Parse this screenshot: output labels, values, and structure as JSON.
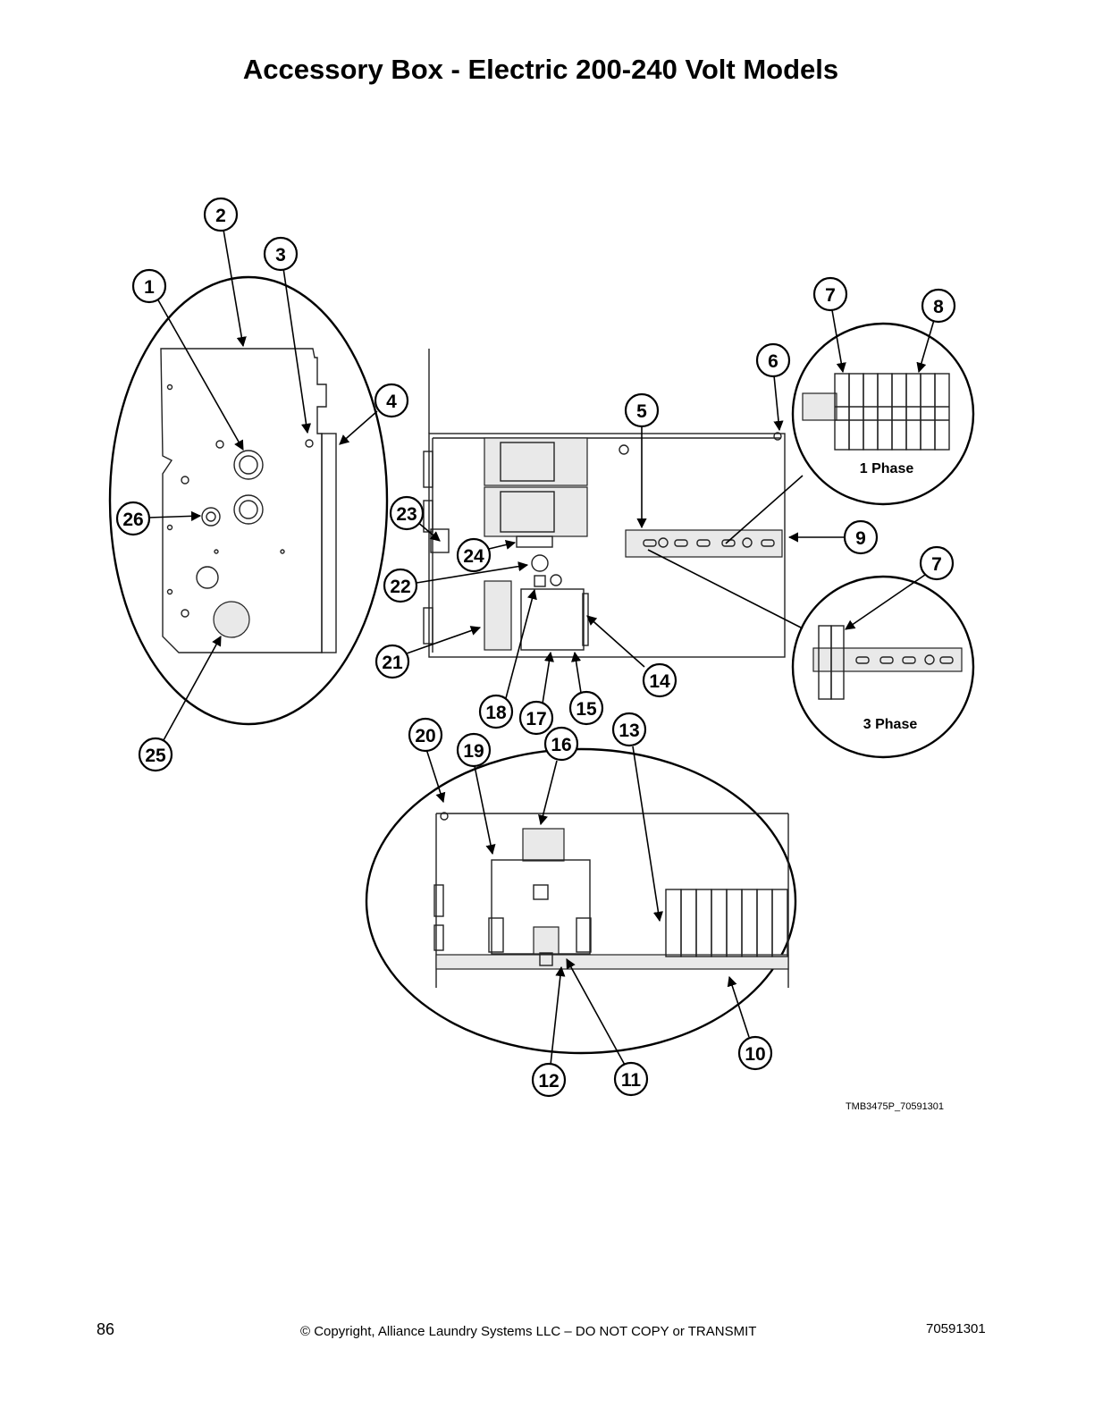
{
  "page": {
    "title": "Accessory Box - Electric 200-240 Volt Models",
    "drawing_id": "TMB3475P_70591301",
    "detail_labels": [
      "1 Phase",
      "3 Phase"
    ],
    "footer": {
      "page_number": "86",
      "copyright": "© Copyright, Alliance Laundry Systems LLC – DO NOT COPY or TRANSMIT",
      "doc_number": "70591301"
    }
  },
  "callouts": [
    "1",
    "2",
    "3",
    "4",
    "5",
    "6",
    "7",
    "8",
    "9",
    "10",
    "11",
    "12",
    "13",
    "14",
    "15",
    "16",
    "17",
    "18",
    "19",
    "20",
    "21",
    "22",
    "23",
    "24",
    "25",
    "26",
    "7"
  ]
}
